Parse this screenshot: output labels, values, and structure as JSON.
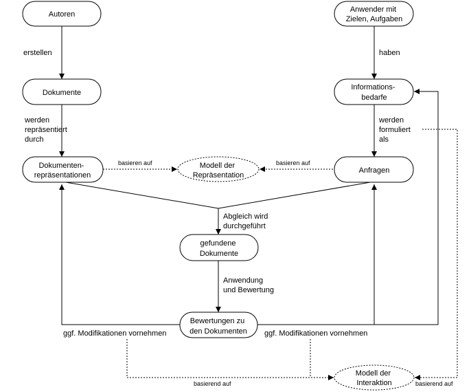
{
  "nodes": {
    "autoren": [
      "Autoren"
    ],
    "dokumente": [
      "Dokumente"
    ],
    "repraesentationen": [
      "Dokumenten-",
      "repräsentationen"
    ],
    "modell_repraesentation": [
      "Modell der",
      "Repräsentation"
    ],
    "anfragen": [
      "Anfragen"
    ],
    "informationsbedarfe": [
      "Informations-",
      "bedarfe"
    ],
    "anwender": [
      "Anwender mit",
      "Zielen, Aufgaben"
    ],
    "gefundene": [
      "gefundene",
      "Dokumente"
    ],
    "bewertungen": [
      "Bewertungen zu",
      "den Dokumenten"
    ],
    "modell_interaktion": [
      "Modell der",
      "Interaktion"
    ]
  },
  "edges": {
    "erstellen": [
      "erstellen"
    ],
    "werden_repraesentiert": [
      "werden",
      "repräsentiert",
      "durch"
    ],
    "basieren_auf_left": [
      "basieren auf"
    ],
    "basieren_auf_right": [
      "basieren auf"
    ],
    "haben": [
      "haben"
    ],
    "werden_formuliert": [
      "werden",
      "formuliert",
      "als"
    ],
    "abgleich": [
      "Abgleich wird",
      "durchgeführt"
    ],
    "anwendung": [
      "Anwendung",
      "und Bewertung"
    ],
    "modifikationen_left": [
      "ggf. Modifikationen vornehmen"
    ],
    "modifikationen_right": [
      "ggf. Modifikationen vornehmen"
    ],
    "basierend_auf_left": [
      "basierend auf"
    ],
    "basierend_auf_right": [
      "basierend auf"
    ]
  }
}
